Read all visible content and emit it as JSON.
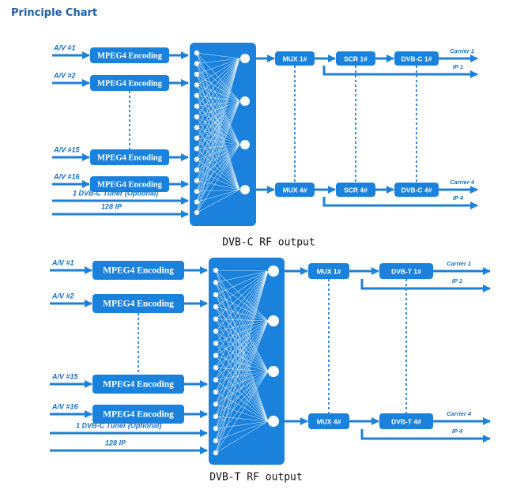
{
  "title": "Principle Chart",
  "colors": {
    "primary": "#1a82dc",
    "line": "#1f7fd6",
    "dash": "#3b8ad8"
  },
  "diagrams": [
    {
      "inputs": [
        "A/V #1",
        "A/V #2",
        "A/V #15",
        "A/V #16"
      ],
      "encoders": [
        "MPEG4 Encoding",
        "MPEG4 Encoding",
        "MPEG4 Encoding",
        "MPEG4 Encoding"
      ],
      "extra_inputs": [
        "1 DVB-C Tuner (Optional)",
        "128 IP"
      ],
      "chain_top": [
        "MUX 1#",
        "SCR 1#",
        "DVB-C 1#"
      ],
      "chain_bottom": [
        "MUX 4#",
        "SCR 4#",
        "DVB-C 4#"
      ],
      "outputs_top": [
        "Carrier 1",
        "IP 1"
      ],
      "outputs_bottom": [
        "Carrier 4",
        "IP 4"
      ],
      "caption": "DVB-C RF output"
    },
    {
      "inputs": [
        "A/V #1",
        "A/V #2",
        "A/V #15",
        "A/V #16"
      ],
      "encoders": [
        "MPEG4 Encoding",
        "MPEG4 Encoding",
        "MPEG4 Encoding",
        "MPEG4 Encoding"
      ],
      "extra_inputs": [
        "1 DVB-C Tuner (Optional)",
        "128 IP"
      ],
      "chain_top": [
        "MUX 1#",
        "DVB-T 1#"
      ],
      "chain_bottom": [
        "MUX 4#",
        "DVB-T 4#"
      ],
      "outputs_top": [
        "Carrier 1",
        "IP 1"
      ],
      "outputs_bottom": [
        "Carrier 4",
        "IP 4"
      ],
      "caption": "DVB-T RF output"
    }
  ]
}
